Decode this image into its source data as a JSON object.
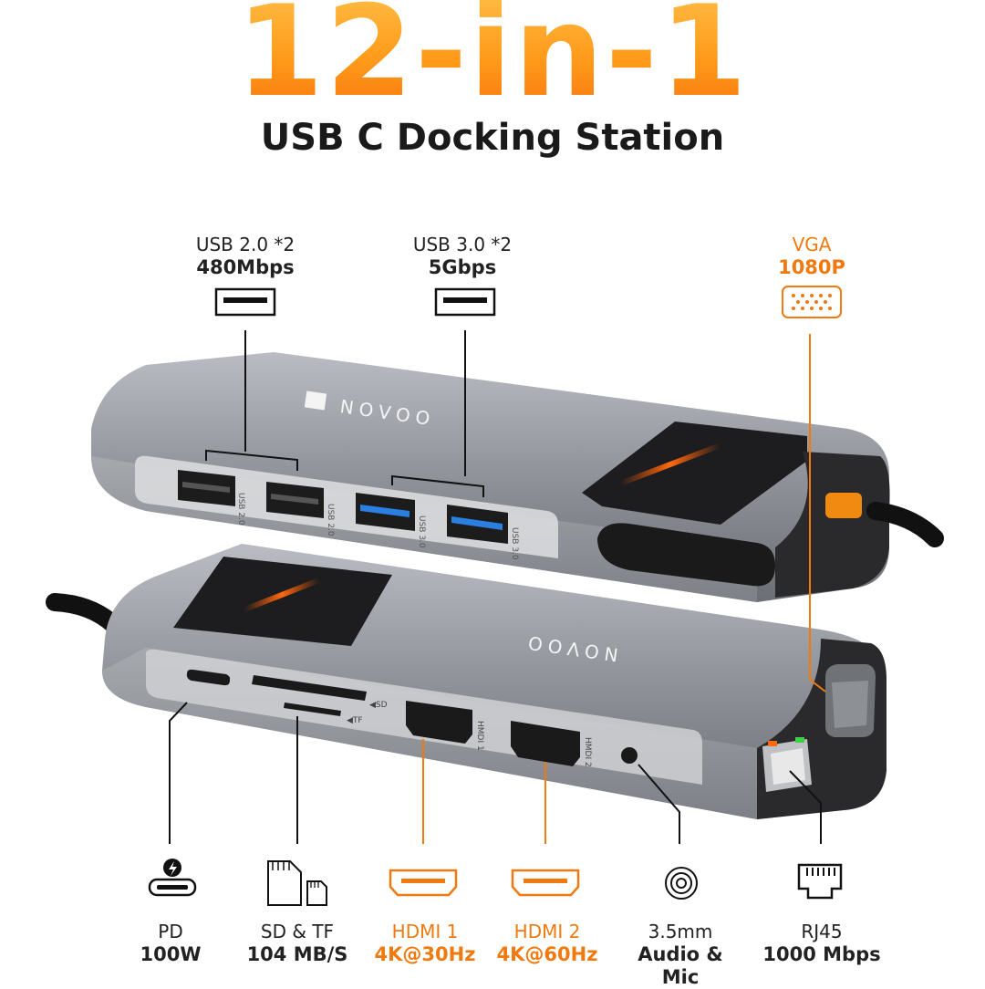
{
  "header": {
    "title": "12-in-1",
    "subtitle": "USB C Docking Station"
  },
  "brand": {
    "name": "NOVOO",
    "accent": "#f07a10"
  },
  "top_ports": [
    {
      "line1": "USB 2.0 *2",
      "line2": "480Mbps",
      "icon": "usb-a-icon"
    },
    {
      "line1": "USB 3.0 *2",
      "line2": "5Gbps",
      "icon": "usb-a-icon"
    },
    {
      "line1": "VGA",
      "line2": "1080P",
      "icon": "vga-icon"
    }
  ],
  "bottom_ports": [
    {
      "line1": "PD",
      "line2": "100W",
      "icon": "power-delivery-icon"
    },
    {
      "line1": "SD & TF",
      "line2": "104 MB/S",
      "icon": "sd-card-icon"
    },
    {
      "line1": "HDMI 1",
      "line2": "4K@30Hz",
      "icon": "hdmi-icon"
    },
    {
      "line1": "HDMI 2",
      "line2": "4K@60Hz",
      "icon": "hdmi-icon"
    },
    {
      "line1": "3.5mm",
      "line2": "Audio &",
      "line3": "Mic",
      "icon": "audio-jack-icon"
    },
    {
      "line1": "RJ45",
      "line2": "1000 Mbps",
      "icon": "ethernet-icon"
    }
  ],
  "device_labels": {
    "usb2": "USB 2.0",
    "usb3": "USB 3.0",
    "sd": "◀SD",
    "tf": "◀TF",
    "hdmi1": "HMDI 1",
    "hdmi2": "HMDI 2"
  }
}
